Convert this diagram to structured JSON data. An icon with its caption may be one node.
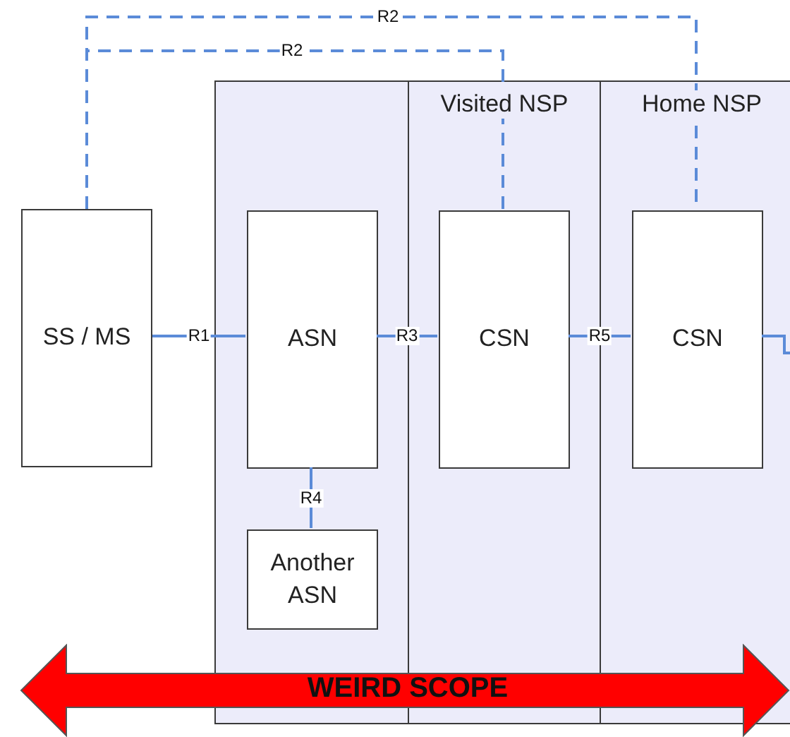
{
  "diagram": {
    "nodes": [
      {
        "text": [],
        "shape": "box"
      },
      {
        "text": [
          "Visited NSP"
        ]
      },
      {
        "text": [
          "Home NSP"
        ]
      },
      {
        "text": [
          "SS / MS"
        ]
      },
      {
        "text": [
          "ASN"
        ],
        "in": 0
      },
      {
        "text": [
          "CSN"
        ],
        "in": 1
      },
      {
        "text": [
          "CSN"
        ],
        "in": 2
      },
      {
        "text": [
          "Another ASN"
        ],
        "in": 0
      },
      {
        "text": [
          "WEIRD SCOPE"
        ]
      }
    ],
    "edges": [
      {
        "from": 3,
        "to": 6,
        "arrow": "none",
        "label": "R2",
        "style": "dashed"
      },
      {
        "from": 3,
        "to": 5,
        "arrow": "none",
        "label": "R2",
        "style": "dashed"
      },
      {
        "from": 3,
        "to": 4,
        "arrow": "none",
        "label": "R1"
      },
      {
        "from": 4,
        "to": 5,
        "arrow": "none",
        "label": "R3"
      },
      {
        "from": 5,
        "to": 6,
        "arrow": "none",
        "label": "R5"
      },
      {
        "from": 4,
        "to": 7,
        "arrow": "none",
        "label": "R4"
      },
      {
        "from": 6,
        "to": null,
        "arrow": "none"
      }
    ]
  }
}
